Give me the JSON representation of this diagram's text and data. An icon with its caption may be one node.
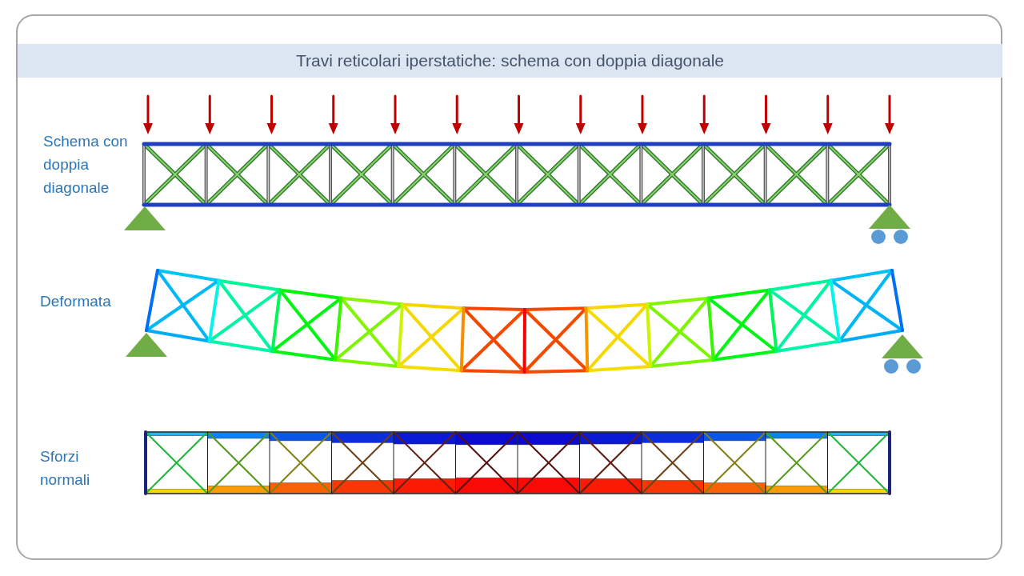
{
  "diagram": {
    "title": "Travi reticolari iperstatiche: schema con doppia diagonale",
    "labels": [
      "Schema con doppia diagonale",
      "Deformata",
      "Sforzi normali"
    ]
  }
}
